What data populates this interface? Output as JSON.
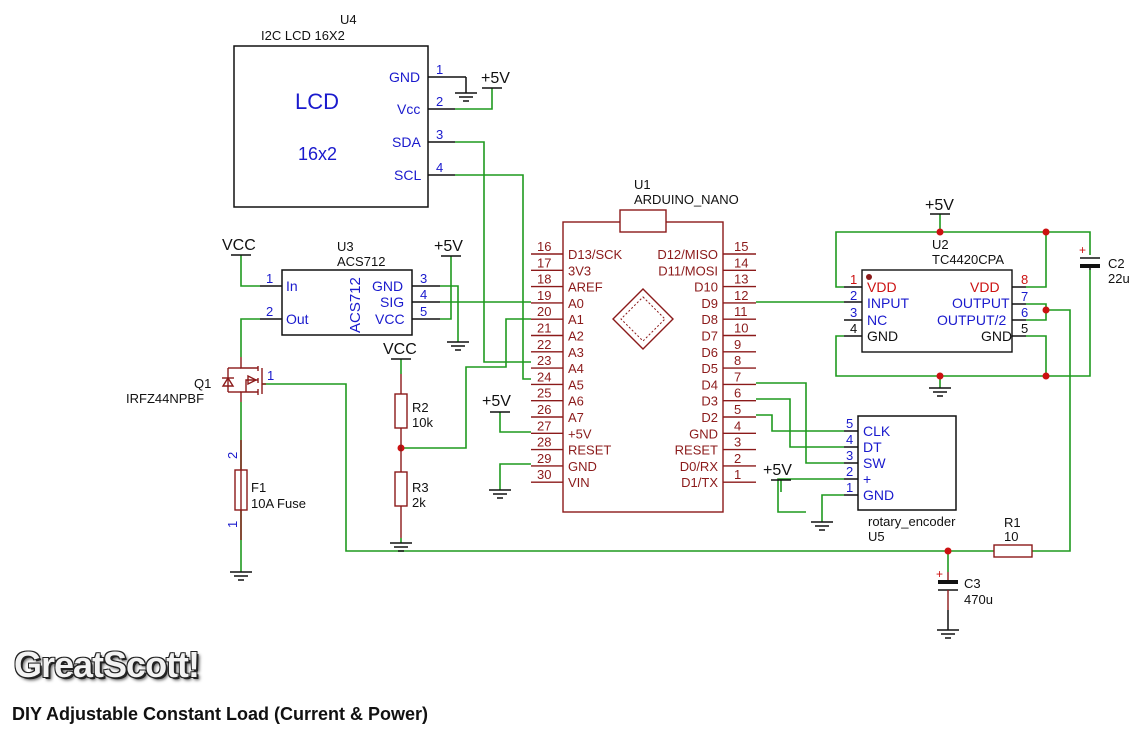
{
  "lcd": {
    "ref": "U4",
    "value": "I2C LCD 16X2",
    "title": "LCD",
    "size": "16x2",
    "pins": [
      {
        "num": "1",
        "name": "GND"
      },
      {
        "num": "2",
        "name": "Vcc"
      },
      {
        "num": "3",
        "name": "SDA"
      },
      {
        "num": "4",
        "name": "SCL"
      }
    ]
  },
  "arduino": {
    "ref": "U1",
    "value": "ARDUINO_NANO",
    "left_pins": [
      {
        "num": "16",
        "name": "D13/SCK"
      },
      {
        "num": "17",
        "name": "3V3"
      },
      {
        "num": "18",
        "name": "AREF"
      },
      {
        "num": "19",
        "name": "A0"
      },
      {
        "num": "20",
        "name": "A1"
      },
      {
        "num": "21",
        "name": "A2"
      },
      {
        "num": "22",
        "name": "A3"
      },
      {
        "num": "23",
        "name": "A4"
      },
      {
        "num": "24",
        "name": "A5"
      },
      {
        "num": "25",
        "name": "A6"
      },
      {
        "num": "26",
        "name": "A7"
      },
      {
        "num": "27",
        "name": "+5V"
      },
      {
        "num": "28",
        "name": "RESET"
      },
      {
        "num": "29",
        "name": "GND"
      },
      {
        "num": "30",
        "name": "VIN"
      }
    ],
    "right_pins": [
      {
        "num": "15",
        "name": "D12/MISO"
      },
      {
        "num": "14",
        "name": "D11/MOSI"
      },
      {
        "num": "13",
        "name": "D10"
      },
      {
        "num": "12",
        "name": "D9"
      },
      {
        "num": "11",
        "name": "D8"
      },
      {
        "num": "10",
        "name": "D7"
      },
      {
        "num": "9",
        "name": "D6"
      },
      {
        "num": "8",
        "name": "D5"
      },
      {
        "num": "7",
        "name": "D4"
      },
      {
        "num": "6",
        "name": "D3"
      },
      {
        "num": "5",
        "name": "D2"
      },
      {
        "num": "4",
        "name": "GND"
      },
      {
        "num": "3",
        "name": "RESET"
      },
      {
        "num": "2",
        "name": "D0/RX"
      },
      {
        "num": "1",
        "name": "D1/TX"
      }
    ]
  },
  "acs": {
    "ref": "U3",
    "value": "ACS712",
    "body_label": "ACS712",
    "left_pins": [
      {
        "num": "1",
        "name": "In"
      },
      {
        "num": "2",
        "name": "Out"
      }
    ],
    "right_pins": [
      {
        "num": "3",
        "name": "GND"
      },
      {
        "num": "4",
        "name": "SIG"
      },
      {
        "num": "5",
        "name": "VCC"
      }
    ]
  },
  "tc": {
    "ref": "U2",
    "value": "TC4420CPA",
    "left_pins": [
      {
        "num": "1",
        "name": "VDD"
      },
      {
        "num": "2",
        "name": "INPUT"
      },
      {
        "num": "3",
        "name": "NC"
      },
      {
        "num": "4",
        "name": "GND"
      }
    ],
    "right_pins": [
      {
        "num": "8",
        "name": "VDD"
      },
      {
        "num": "7",
        "name": "OUTPUT"
      },
      {
        "num": "6",
        "name": "OUTPUT/2"
      },
      {
        "num": "5",
        "name": "GND"
      }
    ]
  },
  "encoder": {
    "ref": "U5",
    "value": "rotary_encoder",
    "pins": [
      {
        "num": "5",
        "name": "CLK"
      },
      {
        "num": "4",
        "name": "DT"
      },
      {
        "num": "3",
        "name": "SW"
      },
      {
        "num": "2",
        "name": "+"
      },
      {
        "num": "1",
        "name": "GND"
      }
    ]
  },
  "mosfet": {
    "ref": "Q1",
    "value": "IRFZ44NPBF",
    "pin_num": "1"
  },
  "fuse": {
    "ref": "F1",
    "value": "10A Fuse",
    "pin_top": "2",
    "pin_bottom": "1"
  },
  "r1": {
    "ref": "R1",
    "value": "10"
  },
  "r2": {
    "ref": "R2",
    "value": "10k"
  },
  "r3": {
    "ref": "R3",
    "value": "2k"
  },
  "c2": {
    "ref": "C2",
    "value": "22u",
    "polarity": "+"
  },
  "c3": {
    "ref": "C3",
    "value": "470u",
    "polarity": "+"
  },
  "power": {
    "p5v": "+5V",
    "vcc": "VCC"
  },
  "footer": {
    "brand": "GreatScott!",
    "title": "DIY Adjustable Constant Load (Current & Power)"
  }
}
